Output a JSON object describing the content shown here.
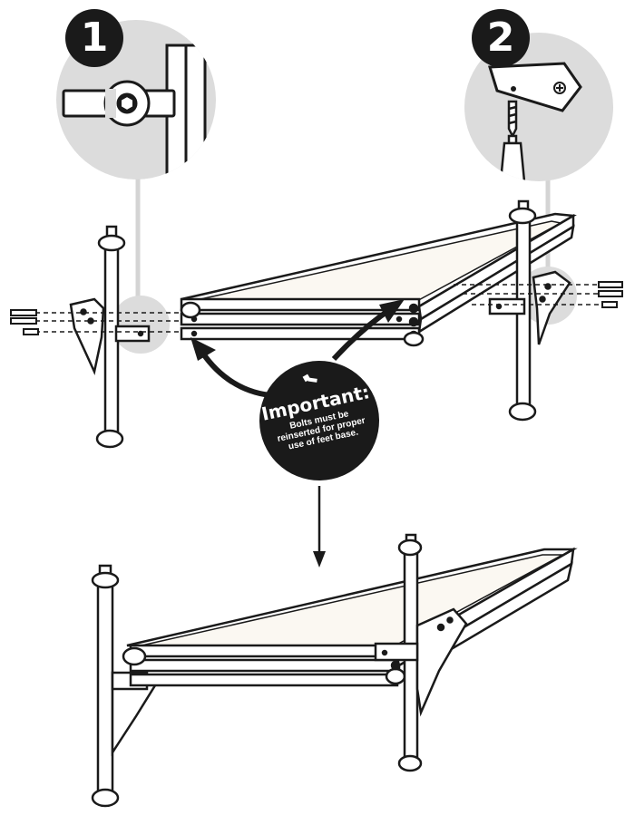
{
  "steps": [
    {
      "number": "1",
      "icon": "wrench-on-nut-icon"
    },
    {
      "number": "2",
      "icon": "screwdriver-icon"
    }
  ],
  "notice": {
    "title": "Important:",
    "body": "Bolts must be reinserted for proper use of feet base.",
    "icon": "bolt-icon"
  },
  "colors": {
    "ink": "#1a1a1a",
    "magnifier": "#dcdcdc",
    "surface": "#ffffff"
  }
}
